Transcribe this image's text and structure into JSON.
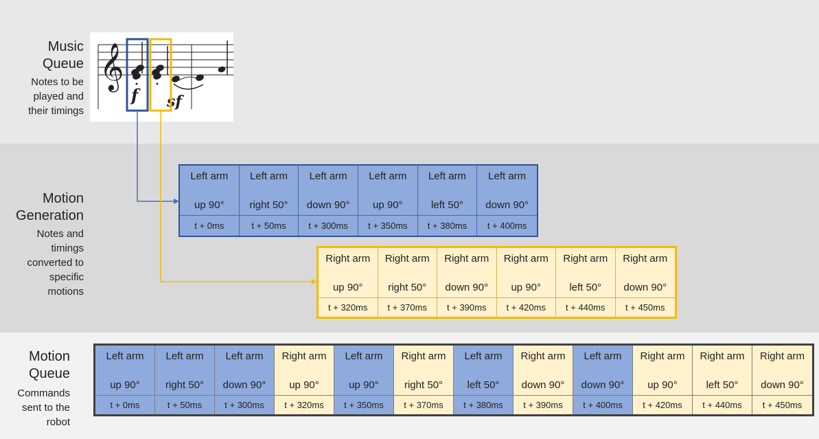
{
  "music_queue": {
    "title": [
      "Music",
      "Queue"
    ],
    "subtitle": [
      "Notes to be",
      "played and",
      "their timings"
    ]
  },
  "motion_generation": {
    "title": [
      "Motion",
      "Generation"
    ],
    "subtitle": [
      "Notes and",
      "timings",
      "converted to",
      "specific",
      "motions"
    ]
  },
  "motion_queue": {
    "title": [
      "Motion",
      "Queue"
    ],
    "subtitle": [
      "Commands",
      "sent to the",
      "robot"
    ]
  },
  "left_table": [
    {
      "motion": [
        "Left arm",
        "up 90°"
      ],
      "time": "t + 0ms"
    },
    {
      "motion": [
        "Left arm",
        "right 50°"
      ],
      "time": "t + 50ms"
    },
    {
      "motion": [
        "Left arm",
        "down 90°"
      ],
      "time": "t + 300ms"
    },
    {
      "motion": [
        "Left arm",
        "up 90°"
      ],
      "time": "t + 350ms"
    },
    {
      "motion": [
        "Left arm",
        "left 50°"
      ],
      "time": "t + 380ms"
    },
    {
      "motion": [
        "Left arm",
        "down 90°"
      ],
      "time": "t + 400ms"
    }
  ],
  "right_table": [
    {
      "motion": [
        "Right arm",
        "up 90°"
      ],
      "time": "t + 320ms"
    },
    {
      "motion": [
        "Right arm",
        "right 50°"
      ],
      "time": "t + 370ms"
    },
    {
      "motion": [
        "Right arm",
        "down 90°"
      ],
      "time": "t + 390ms"
    },
    {
      "motion": [
        "Right arm",
        "up 90°"
      ],
      "time": "t + 420ms"
    },
    {
      "motion": [
        "Right arm",
        "left 50°"
      ],
      "time": "t + 440ms"
    },
    {
      "motion": [
        "Right arm",
        "down 90°"
      ],
      "time": "t + 450ms"
    }
  ],
  "queue_table": [
    {
      "motion": [
        "Left arm",
        "up 90°"
      ],
      "time": "t + 0ms",
      "arm": "left"
    },
    {
      "motion": [
        "Left arm",
        "right 50°"
      ],
      "time": "t + 50ms",
      "arm": "left"
    },
    {
      "motion": [
        "Left arm",
        "down 90°"
      ],
      "time": "t + 300ms",
      "arm": "left"
    },
    {
      "motion": [
        "Right arm",
        "up 90°"
      ],
      "time": "t + 320ms",
      "arm": "right"
    },
    {
      "motion": [
        "Left arm",
        "up 90°"
      ],
      "time": "t + 350ms",
      "arm": "left"
    },
    {
      "motion": [
        "Right arm",
        "right 50°"
      ],
      "time": "t + 370ms",
      "arm": "right"
    },
    {
      "motion": [
        "Left arm",
        "left 50°"
      ],
      "time": "t + 380ms",
      "arm": "left"
    },
    {
      "motion": [
        "Right arm",
        "down 90°"
      ],
      "time": "t + 390ms",
      "arm": "right"
    },
    {
      "motion": [
        "Left arm",
        "down 90°"
      ],
      "time": "t + 400ms",
      "arm": "left"
    },
    {
      "motion": [
        "Right arm",
        "up 90°"
      ],
      "time": "t + 420ms",
      "arm": "right"
    },
    {
      "motion": [
        "Right arm",
        "left 50°"
      ],
      "time": "t + 440ms",
      "arm": "right"
    },
    {
      "motion": [
        "Right arm",
        "down 90°"
      ],
      "time": "t + 450ms",
      "arm": "right"
    }
  ],
  "colors": {
    "left": "#8faadc",
    "right": "#fff2cc",
    "left_border": "#2f5597",
    "right_border": "#f2bb0a",
    "queue_border": "#404040"
  },
  "icons": {
    "score": "sheet-music-icon",
    "arrow": "connector-arrow"
  }
}
